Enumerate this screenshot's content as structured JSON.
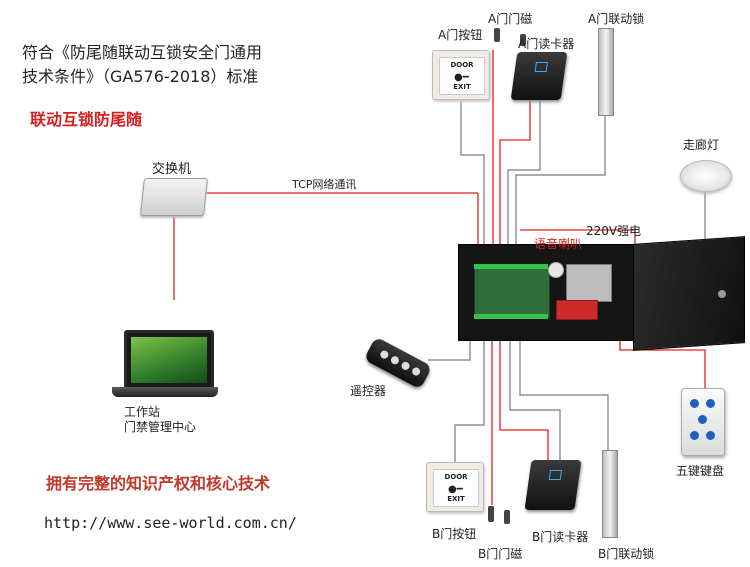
{
  "standard": {
    "line1": "符合《防尾随联动互锁安全门通用",
    "line2": "技术条件》（GA576-2018）标准"
  },
  "tagline": "联动互锁防尾随",
  "slogan": "拥有完整的知识产权和核心技术",
  "url": "http://www.see-world.com.cn/",
  "devices": {
    "switch": "交换机",
    "tcp": "TCP网络通讯",
    "workstation_line1": "工作站",
    "workstation_line2": "门禁管理中心",
    "remote": "遥控器",
    "corridor_light": "走廊灯",
    "keypad": "五键键盘",
    "speaker": "语音喇叭",
    "power": "220V强电",
    "a_button": "A门按钮",
    "a_magnet": "A门门磁",
    "a_reader": "A门读卡器",
    "a_lock": "A门联动锁",
    "b_button": "B门按钮",
    "b_magnet": "B门门磁",
    "b_reader": "B门读卡器",
    "b_lock": "B门联动锁"
  },
  "button_plate": {
    "top": "DOOR",
    "bottom": "EXIT"
  },
  "colors": {
    "wire": "#e0201c",
    "grey_wire": "#7a7a7a",
    "title_red": "#d81e1e",
    "slogan_red": "#c0392b"
  }
}
